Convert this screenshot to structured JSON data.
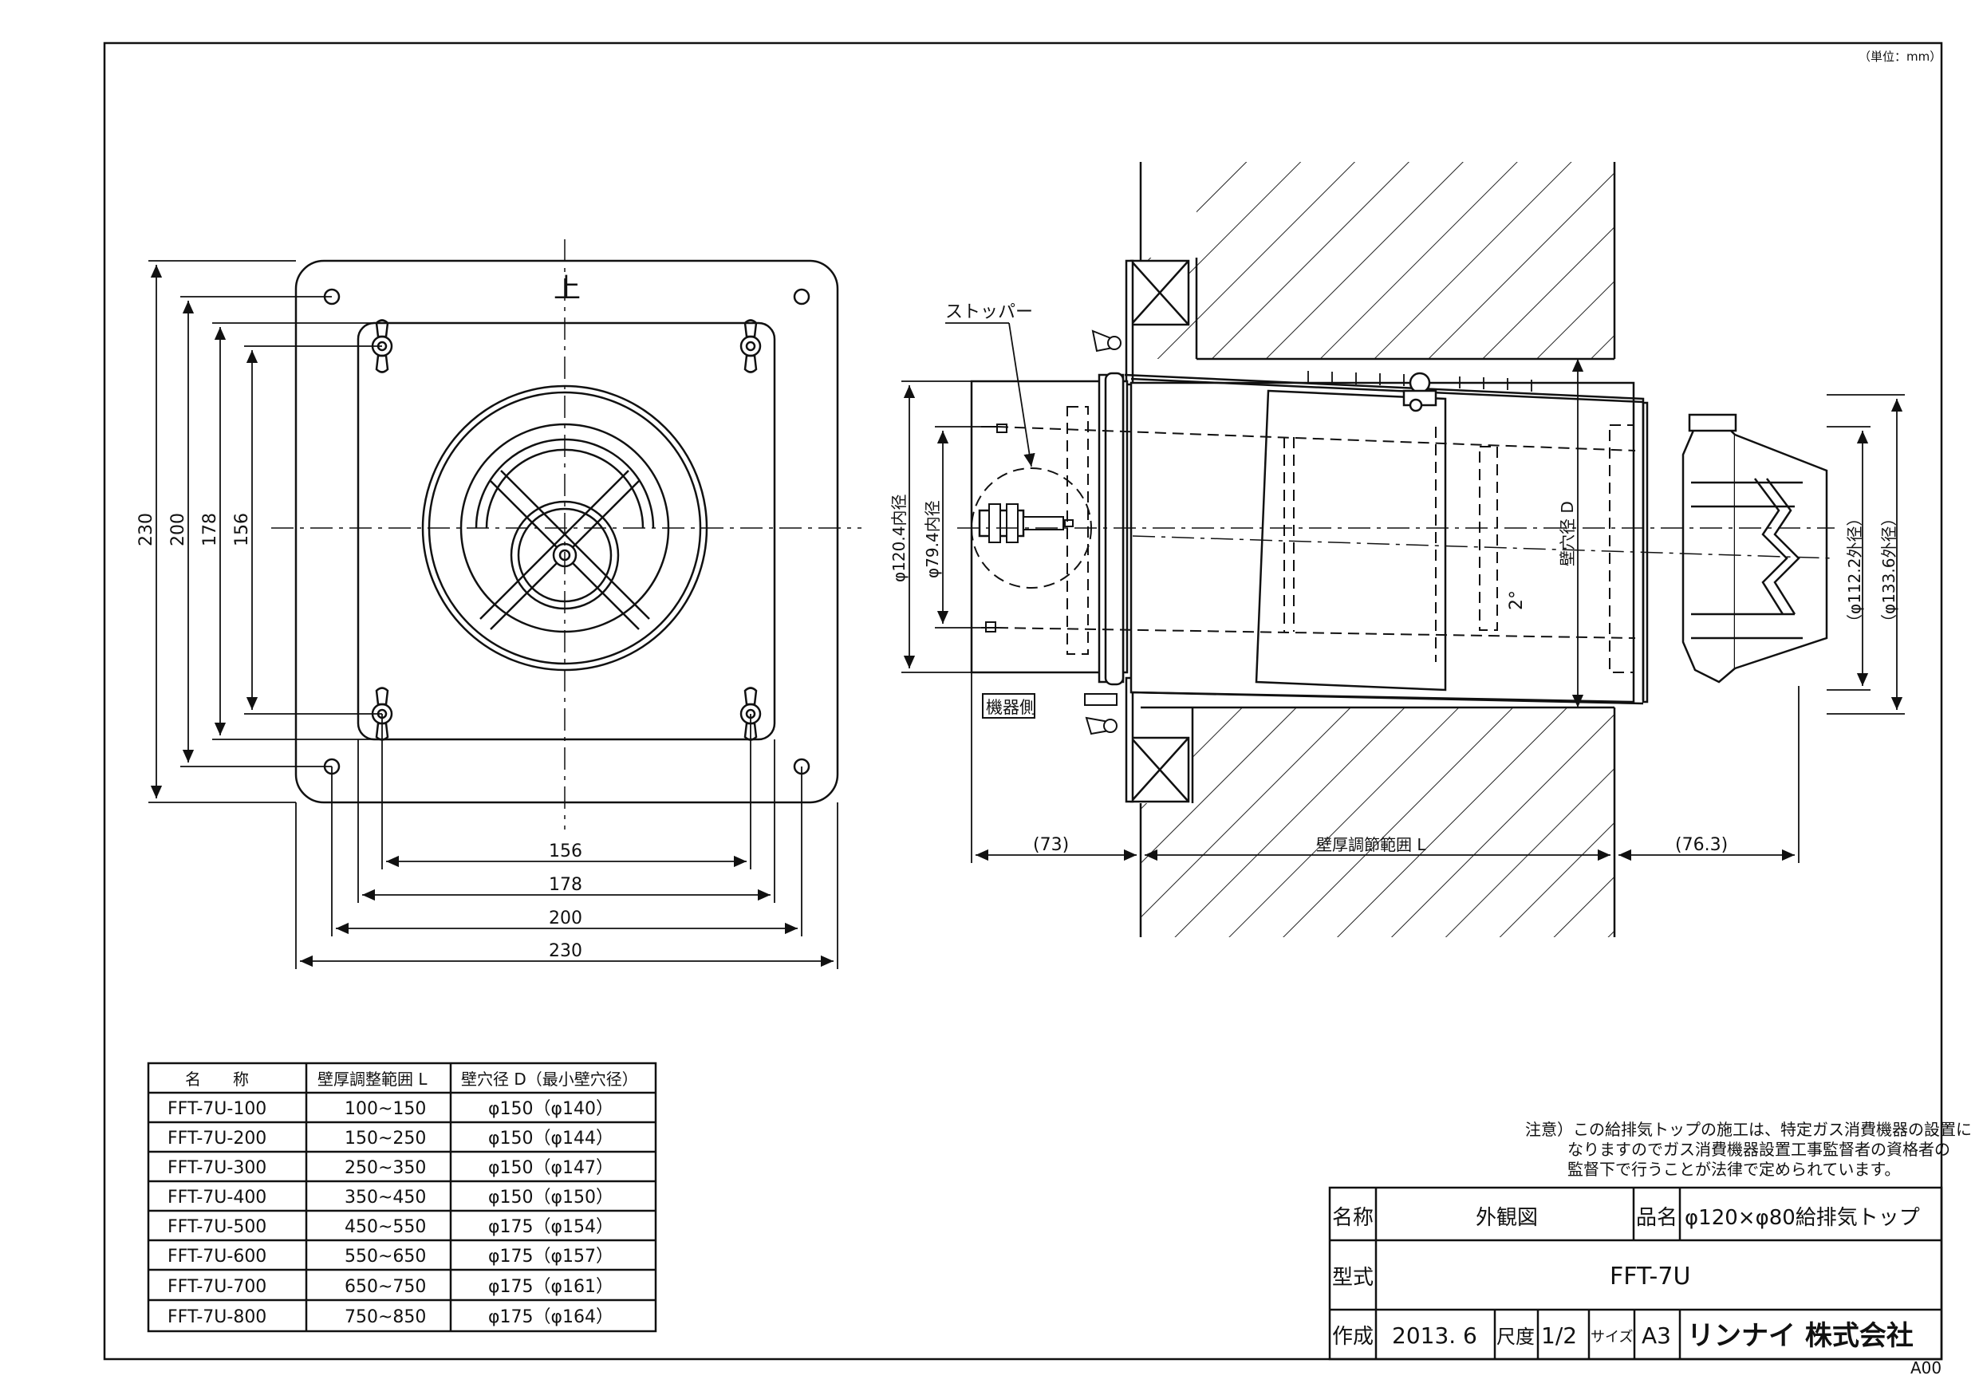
{
  "unit_note": "（単位：mm）",
  "sheet_code": "A00",
  "front_view": {
    "top_mark": "上",
    "dims_vertical": [
      "230",
      "200",
      "178",
      "156"
    ],
    "dims_horizontal": [
      "156",
      "178",
      "200",
      "230"
    ]
  },
  "side_view": {
    "stopper_label": "ストッパー",
    "appliance_side_label": "機器側",
    "inner_dia_120": "φ120.4内径",
    "inner_dia_79": "φ79.4内径",
    "wall_hole_label": "壁穴径 D",
    "outer_dia_112": "（φ112.2外径）",
    "outer_dia_133": "（φ133.6外径）",
    "angle_label": "2°",
    "dim_left": "(73)",
    "dim_mid": "壁厚調節範囲 L",
    "dim_right": "(76.3)"
  },
  "spec_table": {
    "headers": [
      "名　　称",
      "壁厚調整範囲 L",
      "壁穴径 D（最小壁穴径）"
    ],
    "rows": [
      [
        "FFT-7U-100",
        "100~150",
        "φ150（φ140）"
      ],
      [
        "FFT-7U-200",
        "150~250",
        "φ150（φ144）"
      ],
      [
        "FFT-7U-300",
        "250~350",
        "φ150（φ147）"
      ],
      [
        "FFT-7U-400",
        "350~450",
        "φ150（φ150）"
      ],
      [
        "FFT-7U-500",
        "450~550",
        "φ175（φ154）"
      ],
      [
        "FFT-7U-600",
        "550~650",
        "φ175（φ157）"
      ],
      [
        "FFT-7U-700",
        "650~750",
        "φ175（φ161）"
      ],
      [
        "FFT-7U-800",
        "750~850",
        "φ175（φ164）"
      ]
    ]
  },
  "note": {
    "line1": "注意）この給排気トップの施工は、特定ガス消費機器の設置に",
    "line2": "なりますのでガス消費機器設置工事監督者の資格者の",
    "line3": "監督下で行うことが法律で定められています。"
  },
  "title_block": {
    "name_label": "名称",
    "name_value": "外観図",
    "product_label": "品名",
    "product_value": "φ120×φ80給排気トップ",
    "model_label": "型式",
    "model_value": "FFT-7U",
    "made_label": "作成",
    "made_value": "2013. 6",
    "scale_label": "尺度",
    "scale_value": "1/2",
    "size_label": "サイズ",
    "size_value": "A3",
    "company": "リンナイ 株式会社"
  }
}
